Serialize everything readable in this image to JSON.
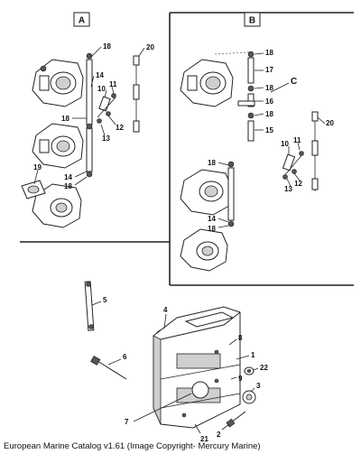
{
  "sections": {
    "a": {
      "label": "A"
    },
    "b": {
      "label": "B"
    },
    "c": {
      "label": "C"
    }
  },
  "callouts_a": [
    "18",
    "20",
    "14",
    "10",
    "11",
    "18",
    "12",
    "13",
    "19",
    "14",
    "18"
  ],
  "callouts_b": [
    "18",
    "17",
    "18",
    "16",
    "18",
    "15",
    "20",
    "10",
    "11",
    "13",
    "12",
    "18",
    "14",
    "18"
  ],
  "callouts_bottom": [
    "5",
    "4",
    "8",
    "6",
    "1",
    "22",
    "9",
    "3",
    "7",
    "2",
    "21"
  ],
  "caption": "European Marine Catalog v1.61 (Image Copyright- Mercury Marine)"
}
